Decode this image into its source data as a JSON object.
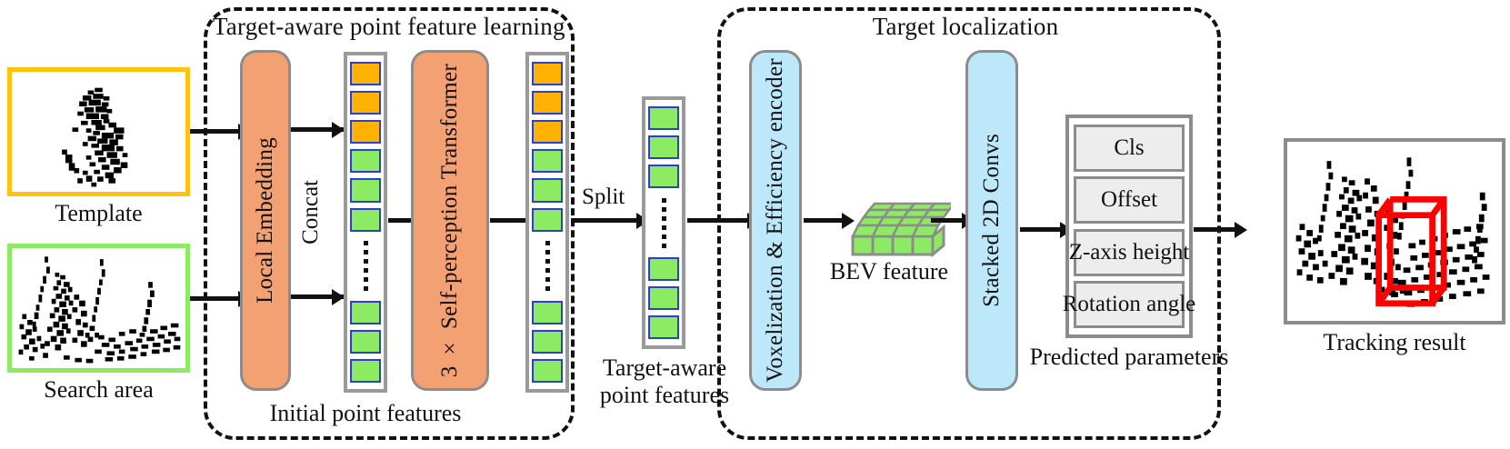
{
  "groups": [
    {
      "id": "target-aware-point-feature-learning",
      "title": "Target-aware point feature learning"
    },
    {
      "id": "target-localization",
      "title": "Target localization"
    }
  ],
  "inputs": {
    "template_caption": "Template",
    "search_caption": "Search area"
  },
  "blocks": {
    "local_embedding": "Local Embedding",
    "transformer": "3 × Self-perception Transformer",
    "voxelization": "Voxelization & Efficiency encoder",
    "stacked_convs": "Stacked 2D Convs"
  },
  "labels": {
    "concat": "Concat",
    "split": "Split",
    "initial_point_features": "Initial point features",
    "target_aware_point_features_line1": "Target-aware",
    "target_aware_point_features_line2": "point features",
    "bev_feature": "BEV feature",
    "predicted_parameters": "Predicted parameters",
    "tracking_result": "Tracking result"
  },
  "feature_columns": [
    {
      "name": "initial-point-features",
      "top_cells": [
        "orange",
        "orange",
        "orange",
        "green",
        "green",
        "green"
      ],
      "dots": 6,
      "bottom_cells": [
        "green",
        "green",
        "green"
      ]
    },
    {
      "name": "transformed-point-features",
      "top_cells": [
        "orange",
        "orange",
        "orange",
        "green",
        "green",
        "green"
      ],
      "dots": 6,
      "bottom_cells": [
        "green",
        "green",
        "green"
      ]
    },
    {
      "name": "target-aware-point-features",
      "top_cells": [
        "green",
        "green",
        "green"
      ],
      "dots": 6,
      "bottom_cells": [
        "green",
        "green",
        "green"
      ]
    }
  ],
  "bev": {
    "rows": 4,
    "cols": 4,
    "cell_color": "#8CEB63",
    "edge_color": "#8C8C8C"
  },
  "predicted_parameters": [
    "Cls",
    "Offset",
    "Z-axis height",
    "Rotation angle"
  ],
  "colors": {
    "template_border": "#FFC20E",
    "search_border": "#8CEB63",
    "orange_block": "#F3A172",
    "blue_block": "#BDE8FA",
    "feature_orange": "#FFB300",
    "feature_green": "#8CEB63",
    "feature_border": "#2A3FD8",
    "gray_frame": "#8C8C8C",
    "bbox_red": "#FF0000",
    "ink": "#111111"
  }
}
